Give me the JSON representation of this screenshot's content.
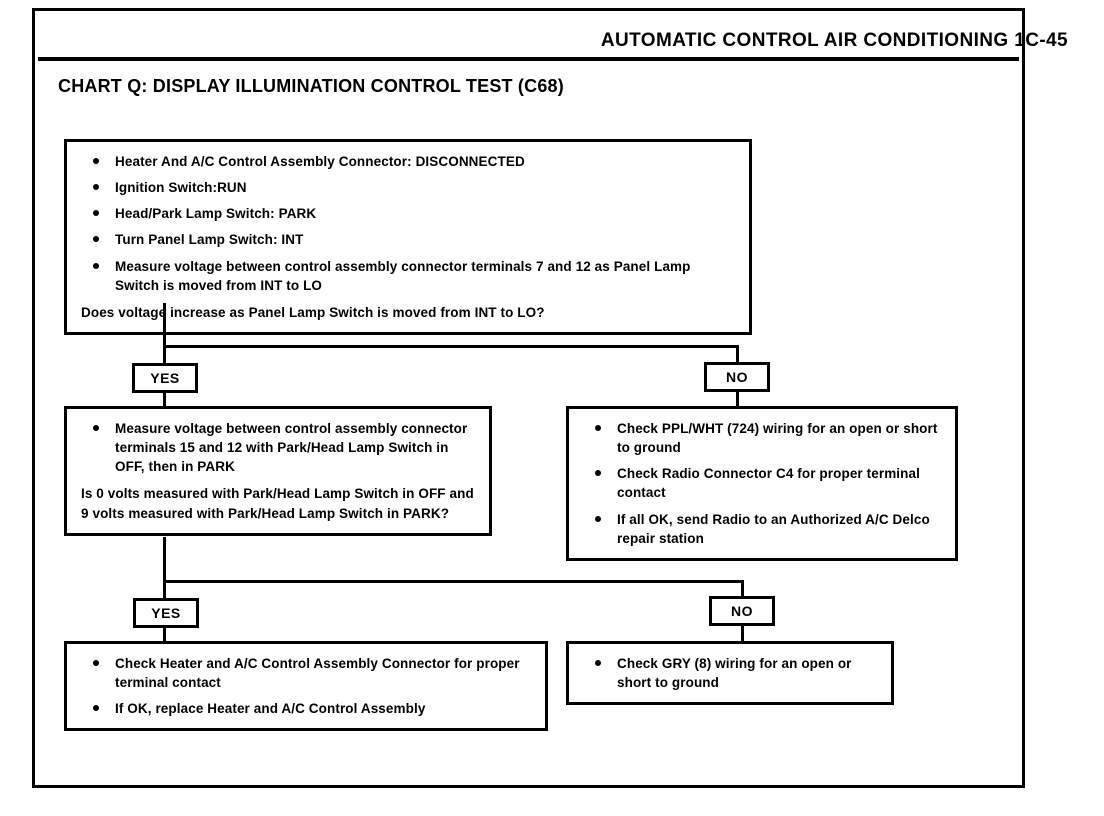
{
  "header": {
    "title": "AUTOMATIC CONTROL AIR CONDITIONING 1C-45"
  },
  "chart": {
    "title": "CHART Q: DISPLAY ILLUMINATION CONTROL TEST (C68)"
  },
  "boxes": {
    "top": {
      "bullets": [
        "Heater And A/C Control Assembly Connector: DISCONNECTED",
        "Ignition Switch:RUN",
        "Head/Park Lamp Switch: PARK",
        "Turn Panel Lamp Switch: INT",
        "Measure voltage between control assembly connector terminals 7 and 12 as Panel Lamp Switch is moved from INT to LO"
      ],
      "question": "Does voltage increase as Panel Lamp Switch is moved from INT to LO?"
    },
    "left_1": {
      "bullets": [
        "Measure voltage between control assembly connector terminals 15 and 12 with Park/Head Lamp Switch in OFF, then in PARK"
      ],
      "question": "Is 0 volts measured with Park/Head Lamp Switch in OFF and 9 volts measured with Park/Head Lamp Switch in PARK?"
    },
    "right_1": {
      "bullets": [
        "Check PPL/WHT (724) wiring for an open or short to ground",
        "Check Radio Connector C4 for proper terminal contact",
        "If all OK, send Radio to an Authorized A/C Delco repair station"
      ]
    },
    "left_2": {
      "bullets": [
        "Check Heater and A/C Control Assembly Connector for proper terminal contact",
        "If OK, replace Heater and A/C Control Assembly"
      ]
    },
    "right_2": {
      "bullets": [
        "Check GRY (8) wiring for an open or short to ground"
      ]
    }
  },
  "tags": {
    "yes_1": "YES",
    "no_1": "NO",
    "yes_2": "YES",
    "no_2": "NO"
  }
}
